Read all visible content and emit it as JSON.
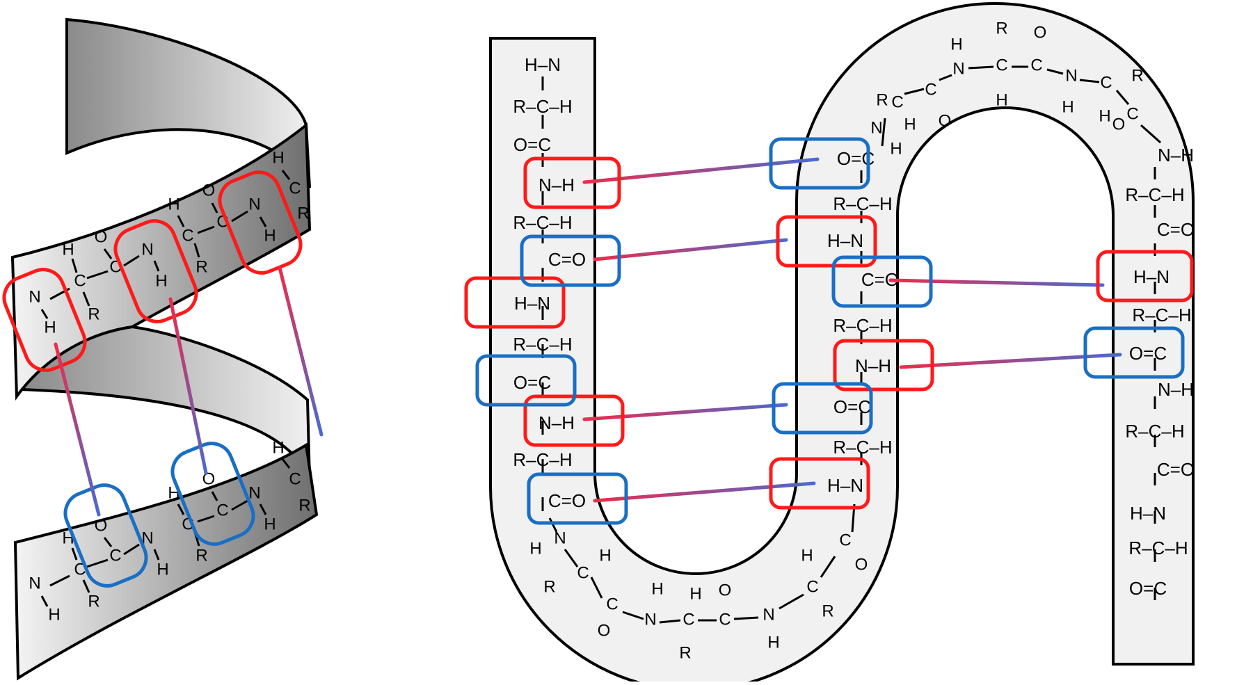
{
  "colors": {
    "nh_box": "#ff1a1a",
    "co_box": "#1a6fc4",
    "hbond_start": "#ee2b4a",
    "hbond_end": "#4a6ad0",
    "ribbon_light": "#f4f4f4",
    "ribbon_dark": "#6f6f6f",
    "sheet_fill": "#f1f1f1",
    "outline": "#000000"
  },
  "atoms": {
    "nitrogen": "N",
    "hydrogen": "H",
    "carbon": "C",
    "oxygen": "O",
    "side_chain": "R"
  },
  "groups": {
    "amide_nh": "N–H",
    "amide_hn": "H–N",
    "carbonyl_co": "C=O",
    "carbonyl_oc": "O=C",
    "alpha_carbon": "R–C–H"
  },
  "panels": [
    {
      "id": "alpha-helix",
      "depicts": "ribbon",
      "hydrogen_bonds": 3
    },
    {
      "id": "beta-sheet",
      "depicts": "folded-strands",
      "hydrogen_bonds": 6
    }
  ]
}
